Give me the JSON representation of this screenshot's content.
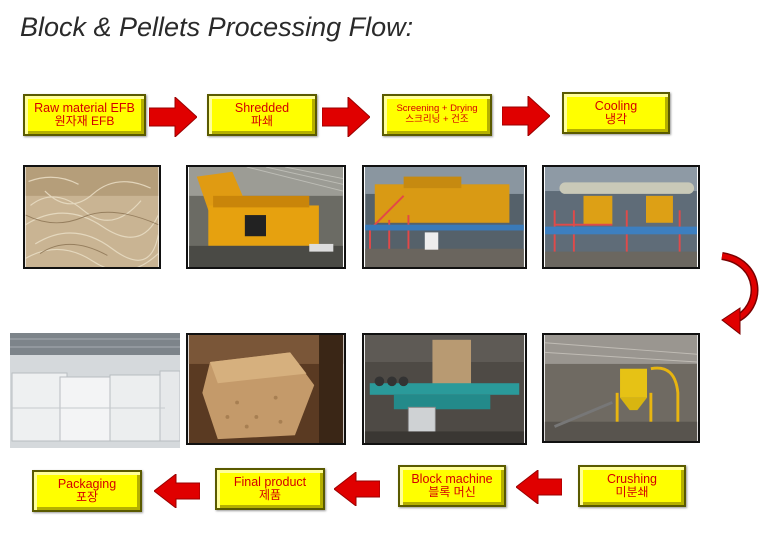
{
  "title": "Block & Pellets Processing Flow:",
  "steps": {
    "raw": {
      "en": "Raw material EFB",
      "ko": "원자재 EFB"
    },
    "shredded": {
      "en": "Shredded",
      "ko": "파쇄"
    },
    "screening": {
      "en": "Screening + Drying",
      "ko": "스크리닝 + 건조"
    },
    "cooling": {
      "en": "Cooling",
      "ko": "냉각"
    },
    "crushing": {
      "en": "Crushing",
      "ko": "미분쇄"
    },
    "block": {
      "en": "Block machine",
      "ko": "블록 머신"
    },
    "final": {
      "en": "Final product",
      "ko": "제품"
    },
    "packaging": {
      "en": "Packaging",
      "ko": "포장"
    }
  },
  "colors": {
    "box_fill": "#ffff00",
    "box_text": "#d40000",
    "arrow": "#e00000"
  }
}
